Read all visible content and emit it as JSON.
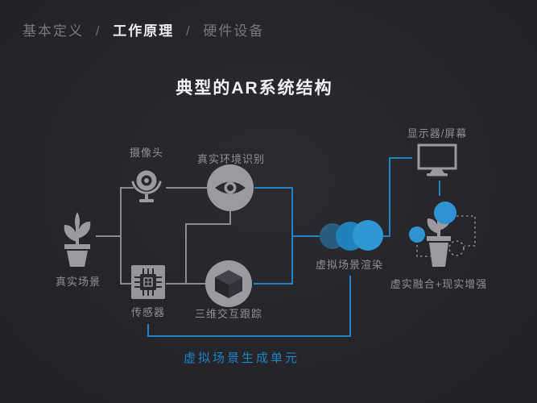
{
  "breadcrumb": {
    "separator": "/",
    "items": [
      {
        "label": "基本定义",
        "active": false
      },
      {
        "label": "工作原理",
        "active": true
      },
      {
        "label": "硬件设备",
        "active": false
      }
    ]
  },
  "title": "典型的AR系统结构",
  "diagram": {
    "nodes": {
      "real_scene": {
        "label": "真实场景",
        "icon": "potted-plant-icon"
      },
      "camera": {
        "label": "摄像头",
        "icon": "webcam-icon"
      },
      "recognition": {
        "label": "真实环境识别",
        "icon": "eye-icon"
      },
      "sensor": {
        "label": "传感器",
        "icon": "chip-icon"
      },
      "tracking": {
        "label": "三维交互跟踪",
        "icon": "cube-icon"
      },
      "rendering": {
        "label": "虚拟场景渲染",
        "icon": "overlapping-circles-icon"
      },
      "display": {
        "label": "显示器/屏幕",
        "icon": "monitor-icon"
      },
      "fusion": {
        "label": "虚实融合+现实增强",
        "icon": "plant-with-virtual-objects-icon"
      }
    },
    "group_label": "虚拟场景生成单元",
    "colors": {
      "background": "#26262b",
      "accent_blue": "#1e84c4",
      "icon_gray": "#9a9aa0",
      "label_gray": "#8f8f96",
      "circle_dark_blue": "#2a5c7e",
      "circle_mid_blue": "#2181b9",
      "circle_light_blue": "#2f97d3",
      "title_white": "#f2f2f4"
    }
  }
}
